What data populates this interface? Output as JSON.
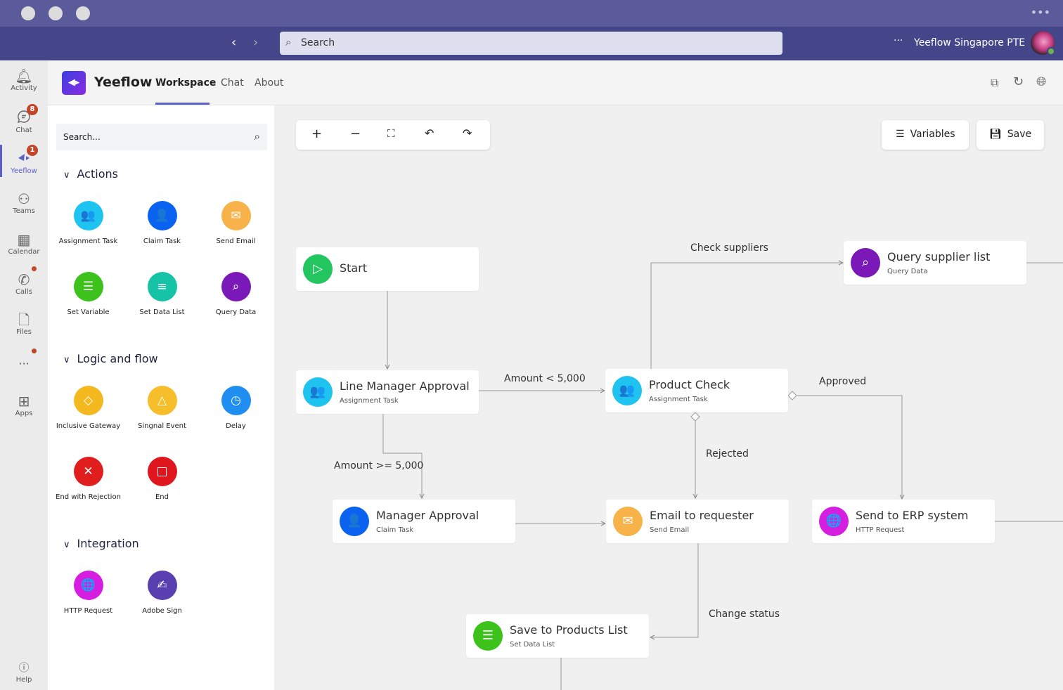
{
  "search": {
    "placeholder": "Search"
  },
  "account": {
    "org": "Yeeflow Singapore PTE",
    "more": "···"
  },
  "rail": [
    {
      "label": "Activity",
      "icon": "bell-icon",
      "glyph": "🔔"
    },
    {
      "label": "Chat",
      "icon": "chat-icon",
      "glyph": "💬",
      "badge": "8"
    },
    {
      "label": "Yeeflow",
      "icon": "yeeflow-icon",
      "glyph": "◀▸",
      "badge": "1"
    },
    {
      "label": "Teams",
      "icon": "teams-icon",
      "glyph": "⚇"
    },
    {
      "label": "Calendar",
      "icon": "calendar-icon",
      "glyph": "▦"
    },
    {
      "label": "Calls",
      "icon": "phone-icon",
      "glyph": "✆"
    },
    {
      "label": "Files",
      "icon": "file-icon",
      "glyph": "🗋"
    },
    {
      "label": "···",
      "icon": "more-icon"
    },
    {
      "label": "Apps",
      "icon": "apps-icon",
      "glyph": "⊞"
    },
    {
      "label": "Help",
      "icon": "help-icon",
      "glyph": "?"
    }
  ],
  "app": {
    "name": "Yeeflow",
    "tabs": [
      "Workspace",
      "Chat",
      "About"
    ],
    "active_tab": "Workspace"
  },
  "palette": {
    "search_placeholder": "Search...",
    "sections": [
      {
        "title": "Actions",
        "items": [
          {
            "label": "Assignment Task",
            "color": "#1fc3f0",
            "glyph": "👥"
          },
          {
            "label": "Claim Task",
            "color": "#0a62f0",
            "glyph": "👤"
          },
          {
            "label": "Send Email",
            "color": "#f7b34a",
            "glyph": "✉"
          },
          {
            "label": "Set Variable",
            "color": "#3cc21a",
            "glyph": "☰"
          },
          {
            "label": "Set Data List",
            "color": "#17c3a6",
            "glyph": "≡"
          },
          {
            "label": "Query Data",
            "color": "#7a19b8",
            "glyph": "⌕"
          }
        ]
      },
      {
        "title": "Logic and flow",
        "items": [
          {
            "label": "Inclusive Gateway",
            "color": "#f5b920",
            "glyph": "◇"
          },
          {
            "label": "Singnal Event",
            "color": "#f5be2a",
            "glyph": "△"
          },
          {
            "label": "Delay",
            "color": "#1e8ff0",
            "glyph": "◷"
          },
          {
            "label": "End with Rejection",
            "color": "#e01e1e",
            "glyph": "✕"
          },
          {
            "label": "End",
            "color": "#e0161e",
            "glyph": "□"
          }
        ]
      },
      {
        "title": "Integration",
        "items": [
          {
            "label": "HTTP Request",
            "color": "#d61ee0",
            "glyph": "🌐"
          },
          {
            "label": "Adobe Sign",
            "color": "#5a3fb0",
            "glyph": "✍"
          }
        ]
      }
    ]
  },
  "toolbar": {
    "variables": "Variables",
    "save": "Save"
  },
  "nodes": [
    {
      "title": "Start",
      "sub": "",
      "color": "#22c55e",
      "glyph": "▷"
    },
    {
      "title": "Query supplier list",
      "sub": "Query Data",
      "color": "#7a19b8",
      "glyph": "⌕"
    },
    {
      "title": "Line Manager Approval",
      "sub": "Assignment Task",
      "color": "#1fc3f0",
      "glyph": "👥"
    },
    {
      "title": "Product Check",
      "sub": "Assignment Task",
      "color": "#1fc3f0",
      "glyph": "👥"
    },
    {
      "title": "Manager Approval",
      "sub": "Claim Task",
      "color": "#0a62f0",
      "glyph": "👤"
    },
    {
      "title": "Email to requester",
      "sub": "Send Email",
      "color": "#f7b34a",
      "glyph": "✉"
    },
    {
      "title": "Send to ERP system",
      "sub": "HTTP Request",
      "color": "#d61ee0",
      "glyph": "🌐"
    },
    {
      "title": "Save to Products List",
      "sub": "Set Data List",
      "color": "#3cc21a",
      "glyph": "☰"
    }
  ],
  "edges": [
    "Check suppliers",
    "Amount < 5,000",
    "Approved",
    "Amount >= 5,000",
    "Rejected",
    "Change status"
  ]
}
